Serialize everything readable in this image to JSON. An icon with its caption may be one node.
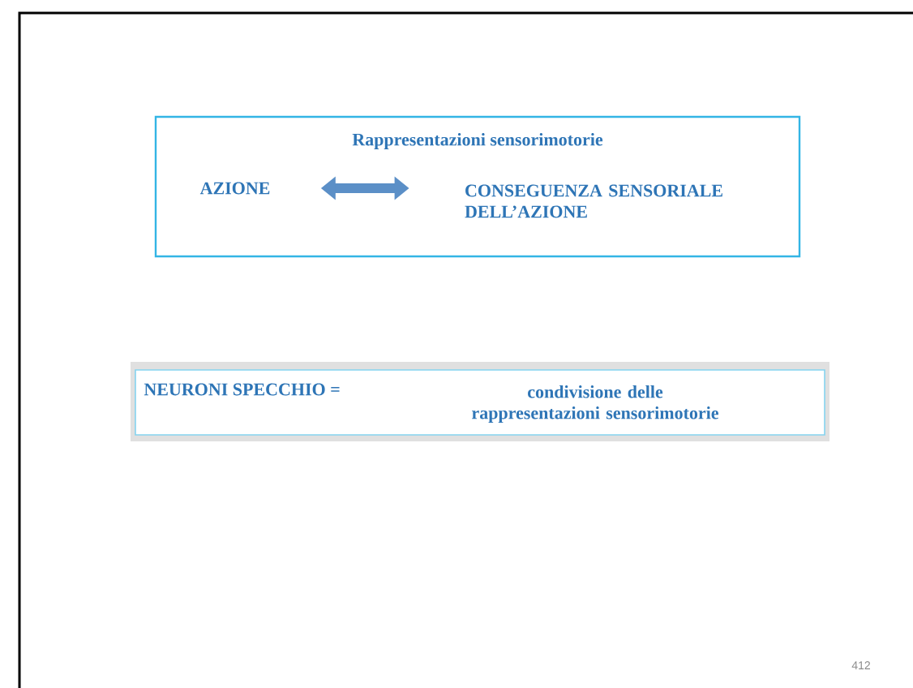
{
  "diagram": {
    "nodes": [
      {
        "text": [
          "Rappresentazioni sensorimotorie"
        ]
      },
      {
        "text": [
          "AZIONE"
        ],
        "in": 0
      },
      {
        "text": [
          "CONSEGUENZA SENSORIALE DELL’AZIONE"
        ],
        "in": 0
      },
      {
        "text": [
          "NEURONI SPECCHIO =",
          "condivisione delle rappresentazioni sensorimotorie"
        ]
      }
    ],
    "edges": [
      {
        "from": 1,
        "to": 2,
        "arrow": "both"
      }
    ],
    "labels": [
      "412"
    ]
  }
}
